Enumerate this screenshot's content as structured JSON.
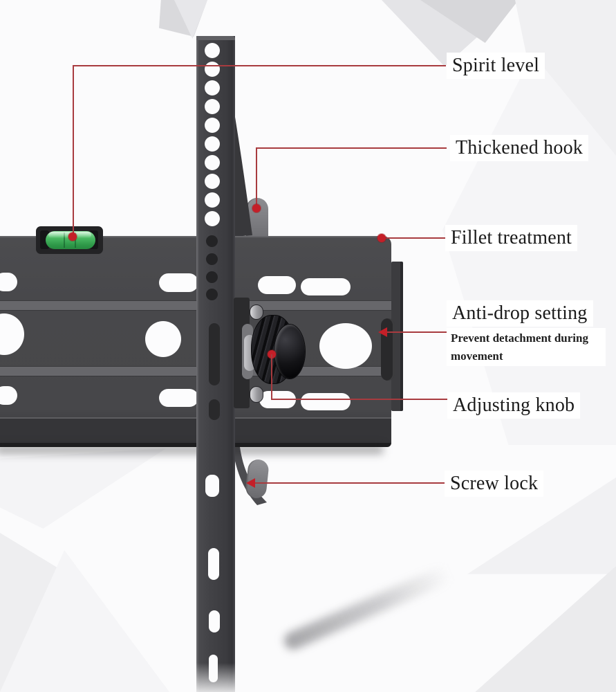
{
  "colors": {
    "accent_red": "#a83b3f",
    "dot_red": "#c41f28",
    "plate_gray": "#47474a",
    "bracket_gray": "#434347",
    "vial_green": "#49b862",
    "text_dark": "#1a1a1a"
  },
  "callouts": [
    {
      "id": "spirit-level",
      "label": "Spirit level"
    },
    {
      "id": "thickened-hook",
      "label": "Thickened hook"
    },
    {
      "id": "fillet-treatment",
      "label": "Fillet treatment"
    },
    {
      "id": "anti-drop-setting",
      "label": "Anti-drop setting",
      "description": "Prevent detachment during movement"
    },
    {
      "id": "adjusting-knob",
      "label": "Adjusting knob"
    },
    {
      "id": "screw-lock",
      "label": "Screw lock"
    }
  ]
}
